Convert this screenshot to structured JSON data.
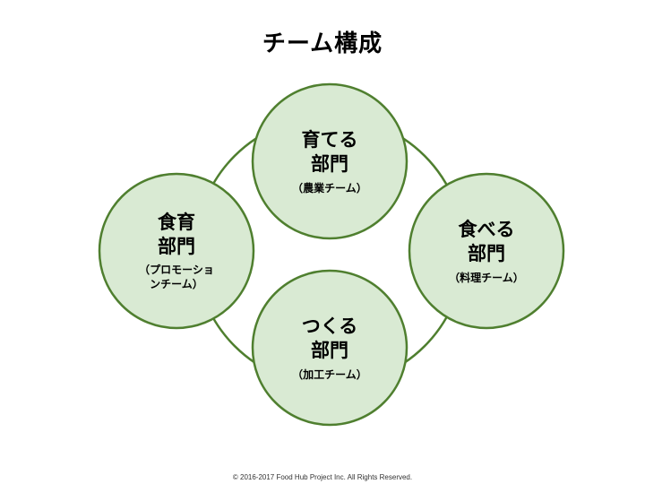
{
  "title": "チーム構成",
  "colors": {
    "node_fill": "#d9ead3",
    "node_stroke": "#4f7f2f",
    "ring_stroke": "#4f7f2f"
  },
  "nodes": [
    {
      "id": "grow",
      "line1": "育てる",
      "line2": "部門",
      "sub1": "（農業チーム）",
      "sub2": ""
    },
    {
      "id": "eat",
      "line1": "食べる",
      "line2": "部門",
      "sub1": "（料理チーム）",
      "sub2": ""
    },
    {
      "id": "make",
      "line1": "つくる",
      "line2": "部門",
      "sub1": "（加工チーム）",
      "sub2": ""
    },
    {
      "id": "food-education",
      "line1": "食育",
      "line2": "部門",
      "sub1": "（プロモーショ",
      "sub2": "ンチーム）"
    }
  ],
  "footer": "© 2016-2017 Food Hub Project Inc. All Rights Reserved."
}
